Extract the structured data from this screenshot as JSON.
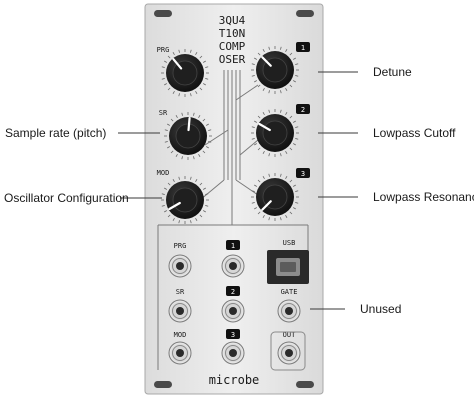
{
  "panel": {
    "title_lines": [
      "3QU4",
      "T10N",
      "COMP",
      "OSER"
    ],
    "brand": "microbe"
  },
  "knob_labels": [
    "PRG",
    "SR",
    "MOD"
  ],
  "knob_badges": [
    "1",
    "2",
    "3"
  ],
  "jacks": {
    "left_labels": [
      "PRG",
      "SR",
      "MOD"
    ],
    "badges": [
      "1",
      "2",
      "3"
    ],
    "usb_label": "USB",
    "gate_label": "GATE",
    "out_label": "OUT"
  },
  "callouts": {
    "detune": "Detune",
    "lowpass_cutoff": "Lowpass Cutoff",
    "lowpass_resonance": "Lowpass Resonance",
    "unused": "Unused",
    "sample_rate": "Sample rate (pitch)",
    "oscillator_configuration": "Oscillator Configuration"
  },
  "colors": {
    "panel": "#e9e9e9",
    "knob_body": "#1c1c1c",
    "badge": "#111111",
    "callout_line": "#3a3a3a"
  }
}
